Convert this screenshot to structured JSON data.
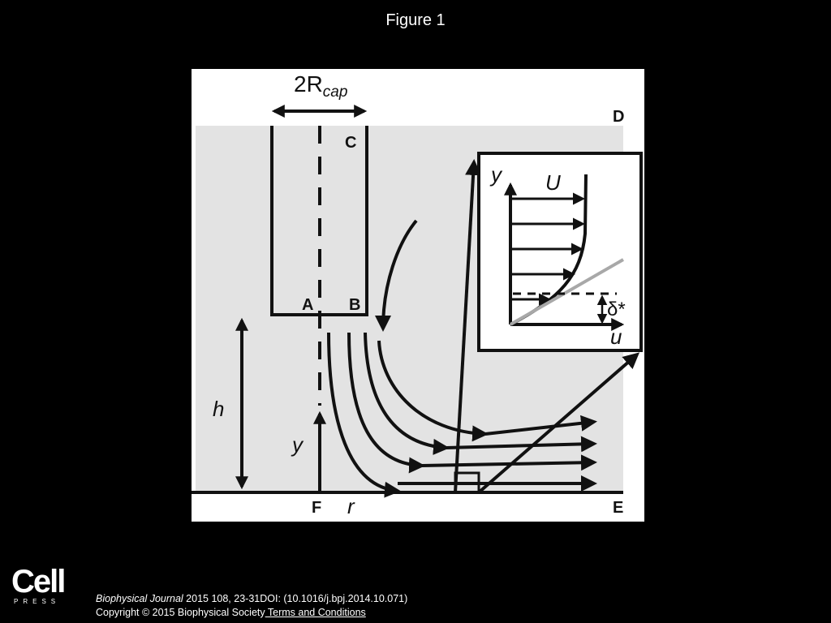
{
  "page": {
    "title": "Figure 1"
  },
  "diagram": {
    "width_label": {
      "main": "2R",
      "sub": "cap"
    },
    "point_labels": {
      "A": "A",
      "B": "B",
      "C": "C",
      "D": "D",
      "E": "E",
      "F": "F"
    },
    "axis_labels": {
      "h": "h",
      "y": "y",
      "r": "r"
    },
    "inset": {
      "y": "y",
      "U": "U",
      "u": "u",
      "delta": "δ*"
    }
  },
  "footer": {
    "logo_word": "Cell",
    "logo_sub": "PRESS",
    "journal": "Biophysical Journal",
    "citation_rest": " 2015 108, 23-31DOI: (10.1016/j.bpj.2014.10.071)",
    "copyright": "Copyright © 2015 Biophysical Society",
    "terms_link": " Terms and Conditions"
  },
  "colors": {
    "background": "#000000",
    "panel": "#ffffff",
    "fluid_region": "#e3e3e3",
    "stroke": "#111111",
    "tangent_line": "#a8a8a8"
  }
}
